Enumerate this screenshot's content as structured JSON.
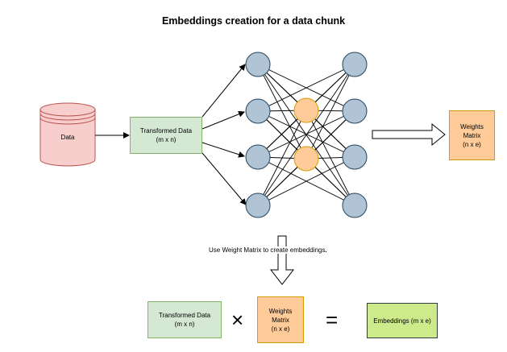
{
  "title": "Embeddings creation for a data chunk",
  "data_store": {
    "label": "Data"
  },
  "transformed_data": {
    "label": "Transformed Data",
    "dims": "(m x n)"
  },
  "weights_matrix": {
    "line1": "Weights",
    "line2": "Matrix",
    "dims": "(n x e)"
  },
  "caption": "Use Weight Matrix to create embeddings",
  "equation": {
    "left_label": "Transformed Data",
    "left_dims": "(m x n)",
    "times": "×",
    "mid_line1": "Weights",
    "mid_line2": "Matrix",
    "mid_dims": "(n x e)",
    "equals": "=",
    "result": "Embeddings (m x e)"
  },
  "colors": {
    "cylinder_fill": "#f8cecc",
    "cylinder_stroke": "#b85450",
    "node_blue": "#b0c4d6",
    "node_orange": "#ffcc99",
    "green_light": "#d5e8d4",
    "orange": "#ffcc99",
    "green_bright": "#cdeb8b"
  },
  "network": {
    "input_nodes": 4,
    "hidden_nodes": 2,
    "output_nodes": 4
  }
}
